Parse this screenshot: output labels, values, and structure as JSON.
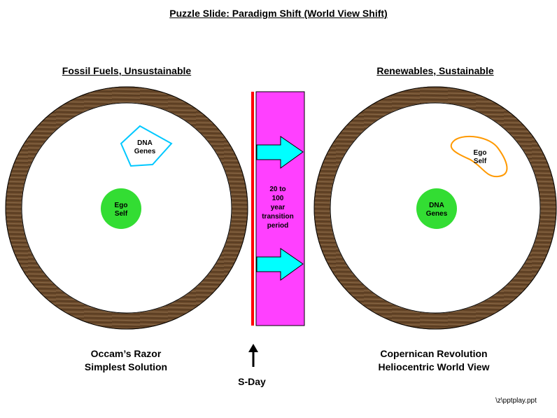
{
  "title": "Puzzle Slide: Paradigm Shift (World View Shift)",
  "left": {
    "heading": "Fossil Fuels, Unsustainable",
    "outer_label": [
      "DNA",
      "Genes"
    ],
    "center_label": [
      "Ego",
      "Self"
    ],
    "caption": [
      "Occam’s Razor",
      "Simplest Solution"
    ]
  },
  "right": {
    "heading": "Renewables, Sustainable",
    "outer_label": [
      "Ego",
      "Self"
    ],
    "center_label": [
      "DNA",
      "Genes"
    ],
    "caption": [
      "Copernican Revolution",
      "Heliocentric World View"
    ]
  },
  "transition": {
    "label": [
      "20 to",
      "100",
      "year",
      "transition",
      "period"
    ]
  },
  "marker": {
    "label": "S-Day"
  },
  "footer": "\\z\\pptplay.ppt",
  "colors": {
    "ring": "#6b4a2b",
    "pink": "#ff40ff",
    "cyan": "#00ffff",
    "green": "#33dd33",
    "red": "#ff0000",
    "orange": "#ff9900"
  }
}
